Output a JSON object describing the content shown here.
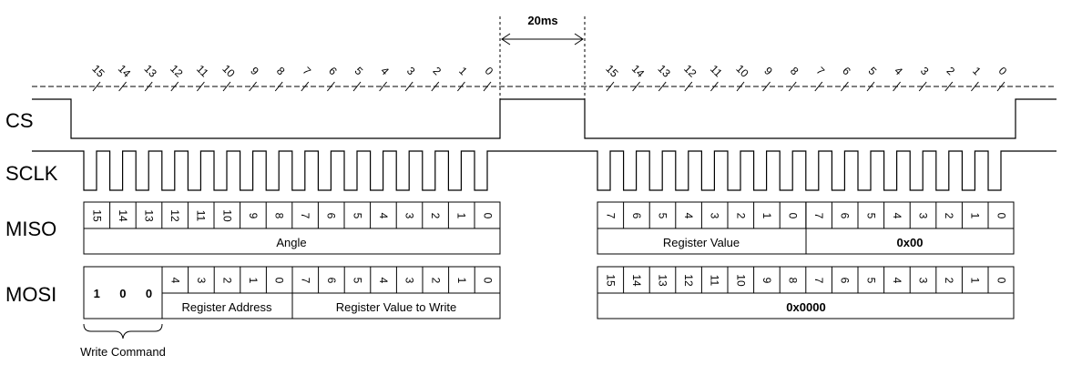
{
  "interval": {
    "label": "20ms"
  },
  "signals": {
    "cs": "CS",
    "sclk": "SCLK",
    "miso": "MISO",
    "mosi": "MOSI"
  },
  "clock_ticks": {
    "left": [
      "15",
      "14",
      "13",
      "12",
      "11",
      "10",
      "9",
      "8",
      "7",
      "6",
      "5",
      "4",
      "3",
      "2",
      "1",
      "0"
    ],
    "right": [
      "15",
      "14",
      "13",
      "12",
      "11",
      "10",
      "9",
      "8",
      "7",
      "6",
      "5",
      "4",
      "3",
      "2",
      "1",
      "0"
    ]
  },
  "miso": {
    "left": {
      "bits": [
        "15",
        "14",
        "13",
        "12",
        "11",
        "10",
        "9",
        "8",
        "7",
        "6",
        "5",
        "4",
        "3",
        "2",
        "1",
        "0"
      ],
      "field": "Angle"
    },
    "right": {
      "bits_a": [
        "7",
        "6",
        "5",
        "4",
        "3",
        "2",
        "1",
        "0"
      ],
      "field_a": "Register Value",
      "bits_b": [
        "7",
        "6",
        "5",
        "4",
        "3",
        "2",
        "1",
        "0"
      ],
      "field_b": "0x00"
    }
  },
  "mosi": {
    "left": {
      "cmd_bits": [
        "1",
        "0",
        "0"
      ],
      "addr_bits": [
        "4",
        "3",
        "2",
        "1",
        "0"
      ],
      "addr_field": "Register Address",
      "value_bits": [
        "7",
        "6",
        "5",
        "4",
        "3",
        "2",
        "1",
        "0"
      ],
      "value_field": "Register Value to Write"
    },
    "right": {
      "bits": [
        "15",
        "14",
        "13",
        "12",
        "11",
        "10",
        "9",
        "8",
        "7",
        "6",
        "5",
        "4",
        "3",
        "2",
        "1",
        "0"
      ],
      "field": "0x0000"
    }
  },
  "brace_label": "Write Command"
}
